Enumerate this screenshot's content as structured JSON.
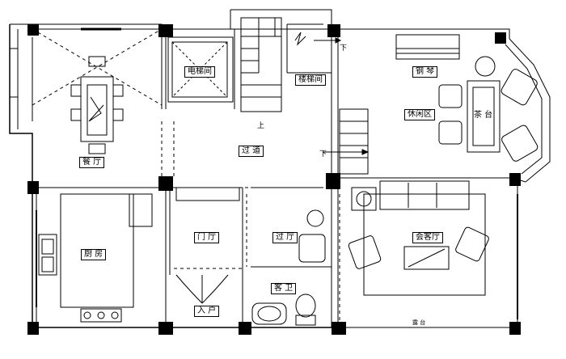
{
  "rooms": {
    "dining": "餐 厅",
    "elevator": "电梯间",
    "stair_room": "楼梯间",
    "corridor_main": "过 道",
    "piano": "钢 琴",
    "leisure": "休闲区",
    "tea": "茶 台",
    "kitchen": "厨 房",
    "foyer": "门 厅",
    "corridor_small": "过 厅",
    "living": "会客厅",
    "guest_wc": "客 卫",
    "entry": "入 户"
  },
  "markers": {
    "stair_up": "上",
    "stair_down_top": "下",
    "stair_down_right": "下",
    "porch_bottom": "露 台"
  }
}
